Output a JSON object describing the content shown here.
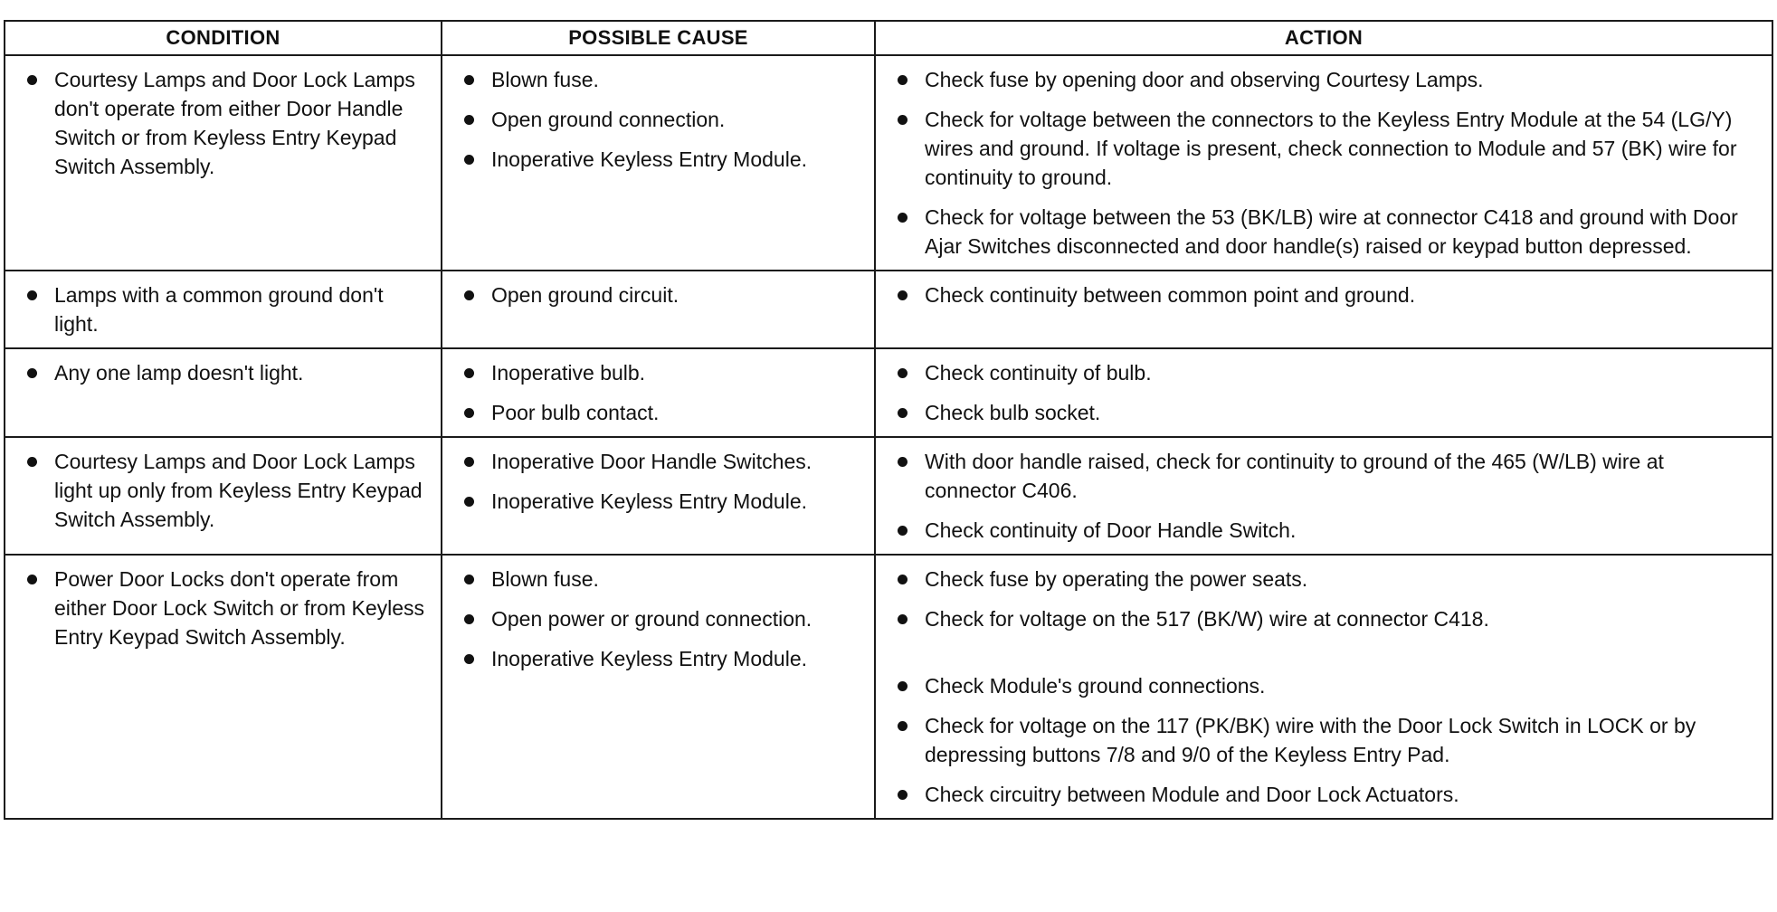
{
  "headers": {
    "condition": "CONDITION",
    "cause": "POSSIBLE CAUSE",
    "action": "ACTION"
  },
  "rows": [
    {
      "condition": [
        "Courtesy Lamps and Door Lock Lamps don't operate from either Door Handle Switch or from Keyless Entry Keypad Switch Assembly."
      ],
      "causes": [
        "Blown fuse.",
        "Open ground connection.",
        "Inoperative Keyless Entry Module."
      ],
      "actions": [
        "Check fuse by opening door and observing Courtesy Lamps.",
        "Check for voltage between the connectors to the Keyless Entry Module at the 54 (LG/Y) wires and ground. If voltage is present, check connection to Module and 57 (BK) wire for continuity to ground.",
        "Check for voltage between the 53 (BK/LB) wire at connector C418 and ground with Door Ajar Switches disconnected and door handle(s) raised or keypad button depressed."
      ]
    },
    {
      "condition": [
        "Lamps with a common ground don't light."
      ],
      "causes": [
        "Open ground circuit."
      ],
      "actions": [
        "Check continuity between common point and ground."
      ]
    },
    {
      "condition": [
        "Any one lamp doesn't light."
      ],
      "causes": [
        "Inoperative bulb.",
        "Poor bulb contact."
      ],
      "actions": [
        "Check continuity of bulb.",
        "Check bulb socket."
      ]
    },
    {
      "condition": [
        "Courtesy Lamps and Door Lock Lamps light up only from Keyless Entry Keypad Switch Assembly."
      ],
      "causes": [
        "Inoperative Door Handle Switches.",
        "Inoperative Keyless Entry Module."
      ],
      "actions": [
        "With door handle raised, check for continuity to ground of the 465 (W/LB) wire at connector C406.",
        "Check continuity of Door Handle Switch."
      ]
    },
    {
      "condition": [
        "Power Door Locks don't operate from either Door Lock Switch or from Keyless Entry Keypad Switch Assembly."
      ],
      "causes": [
        "Blown fuse.",
        "Open power or ground connection.",
        "Inoperative Keyless Entry Module."
      ],
      "actions": [
        "Check fuse by operating the power seats.",
        "Check for voltage on the 517 (BK/W) wire at connector C418.",
        "Check Module's ground connections.",
        "Check for voltage on the 117 (PK/BK) wire with the Door Lock Switch in LOCK or by depressing buttons 7/8 and 9/0 of the Keyless Entry Pad.",
        "Check circuitry between Module and Door Lock Actuators."
      ]
    }
  ]
}
